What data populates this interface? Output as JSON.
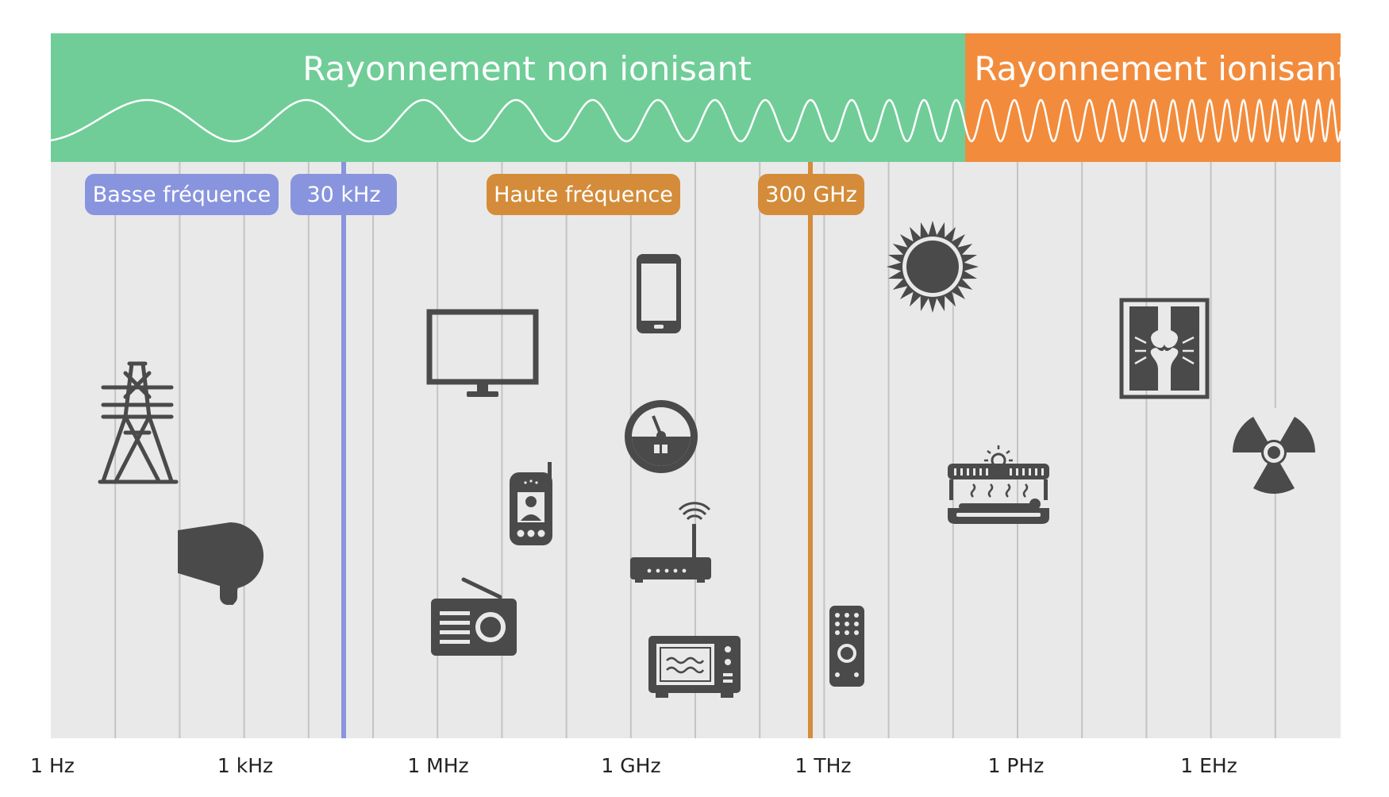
{
  "bands": {
    "non_ionizing": {
      "title": "Rayonnement non ionisant",
      "color": "#70cd98"
    },
    "ionizing": {
      "title": "Rayonnement ionisant",
      "color": "#f28c3c"
    }
  },
  "markers": {
    "low_freq": {
      "label": "Basse fréquence",
      "color": "#8894dd"
    },
    "khz30": {
      "label": "30 kHz",
      "color": "#8894dd"
    },
    "high_freq": {
      "label": "Haute fréquence",
      "color": "#d48c3a"
    },
    "ghz300": {
      "label": "300 GHz",
      "color": "#d48c3a"
    }
  },
  "axis": {
    "labels": [
      "1 Hz",
      "1 kHz",
      "1 MHz",
      "1 GHz",
      "1 THz",
      "1 PHz",
      "1 EHz"
    ]
  },
  "colors": {
    "panel": "#e9e9e9",
    "gridline": "#c4c4c4",
    "icon": "#4a4a4a",
    "wave": "#ffffff"
  },
  "icons": [
    "power-pylon-icon",
    "hair-dryer-icon",
    "television-icon",
    "radio-icon",
    "baby-monitor-icon",
    "smartphone-icon",
    "smart-meter-icon",
    "wifi-router-icon",
    "microwave-oven-icon",
    "remote-control-icon",
    "sun-icon",
    "tanning-bed-icon",
    "x-ray-icon",
    "radiation-icon"
  ]
}
